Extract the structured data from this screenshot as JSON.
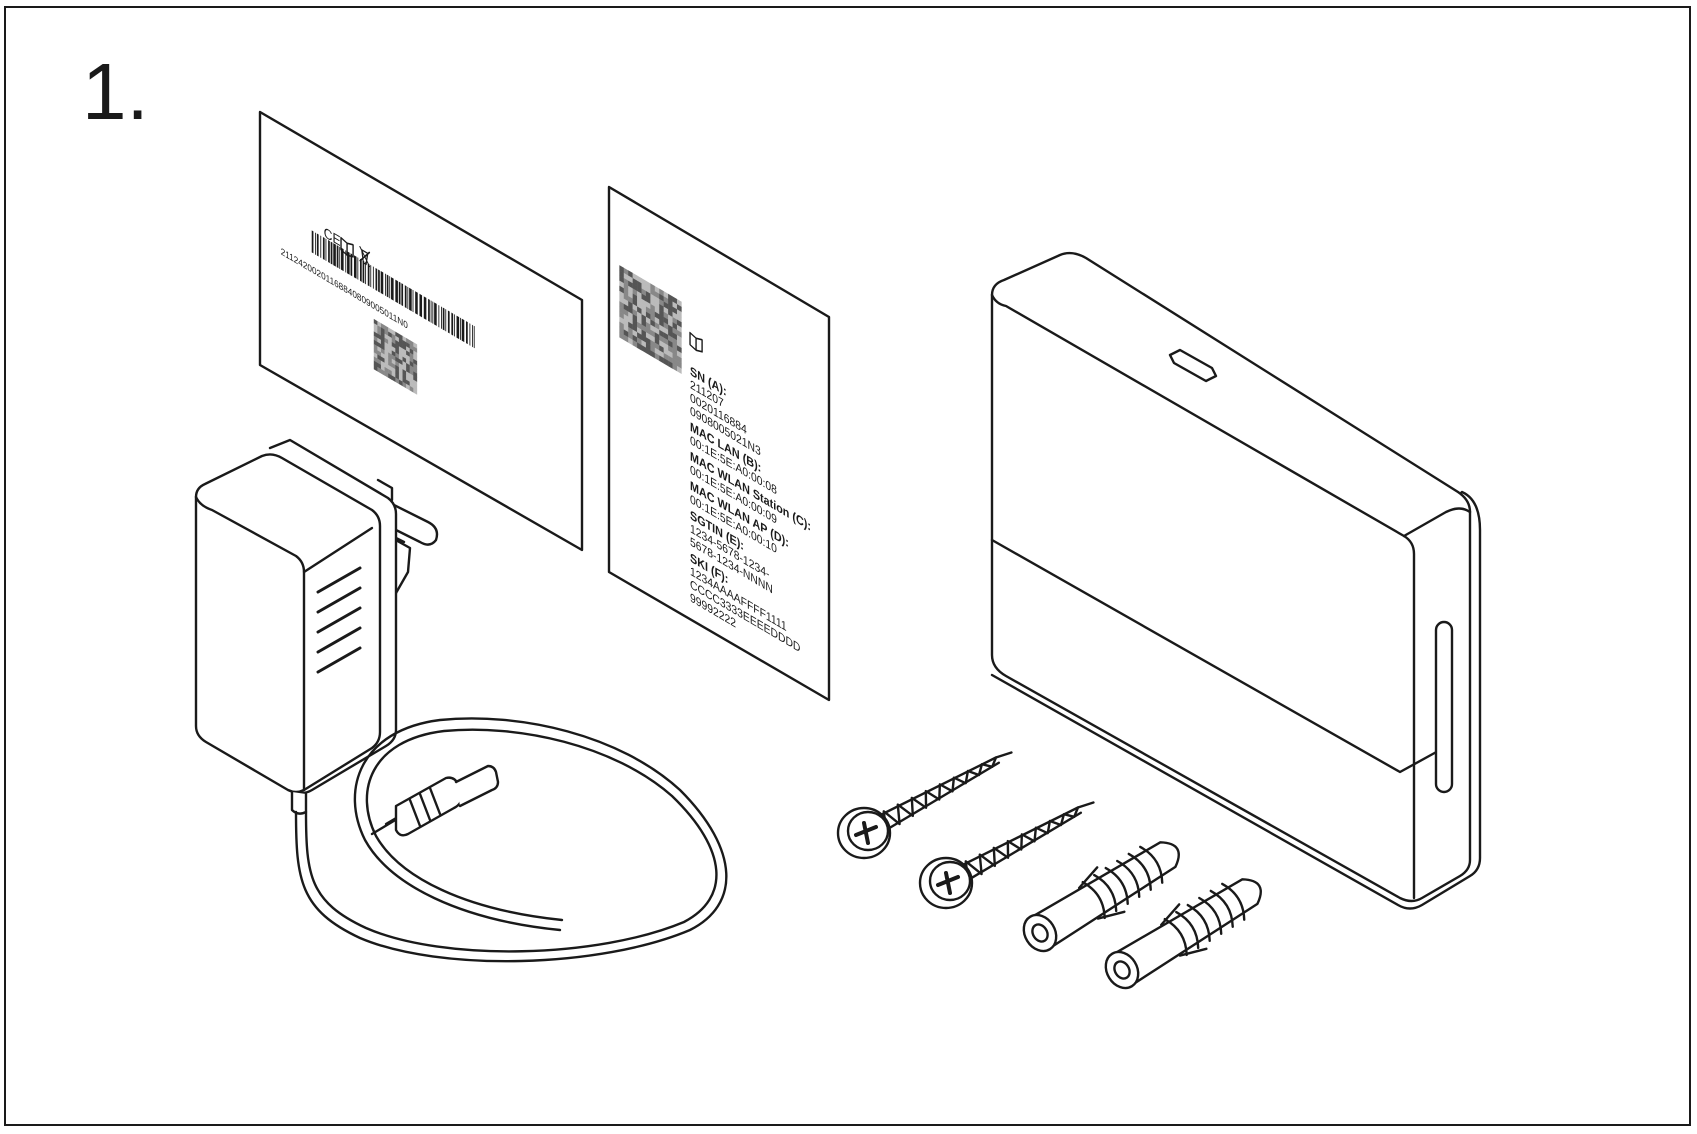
{
  "step": {
    "number": "1."
  },
  "label_card": {
    "ce_mark": "CE",
    "barcode_number": "21124200201168840809005011N0"
  },
  "info_card": {
    "lines": [
      {
        "text": "SN (A):",
        "bold": true
      },
      {
        "text": "211207",
        "bold": false
      },
      {
        "text": "0020116884",
        "bold": false
      },
      {
        "text": "0908005021N3",
        "bold": false
      },
      {
        "text": "MAC LAN (B):",
        "bold": true
      },
      {
        "text": "00:1E:5E:A0:00:08",
        "bold": false
      },
      {
        "text": "MAC WLAN Station (C):",
        "bold": true
      },
      {
        "text": "00:1E:5E:A0:00:09",
        "bold": false
      },
      {
        "text": "MAC WLAN AP (D):",
        "bold": true
      },
      {
        "text": "00:1E:5E:A0:00:10",
        "bold": false
      },
      {
        "text": "SGTIN (E):",
        "bold": true
      },
      {
        "text": "1234-5678-1234-",
        "bold": false
      },
      {
        "text": "5678-1234-NNNN",
        "bold": false
      },
      {
        "text": "SKI (F):",
        "bold": true
      },
      {
        "text": "1234AAAAFFFF1111",
        "bold": false
      },
      {
        "text": "CCCC3333EEEEDDDD",
        "bold": false
      },
      {
        "text": "99992222",
        "bold": false
      }
    ]
  },
  "parts": {
    "power_adapter": "power-adapter",
    "gateway": "gateway-device",
    "screws": 2,
    "dowels": 2
  },
  "colors": {
    "ink": "#1a1a1a",
    "paper": "#ffffff",
    "qr_dark": "#555555",
    "qr_light": "#bbbbbb"
  }
}
